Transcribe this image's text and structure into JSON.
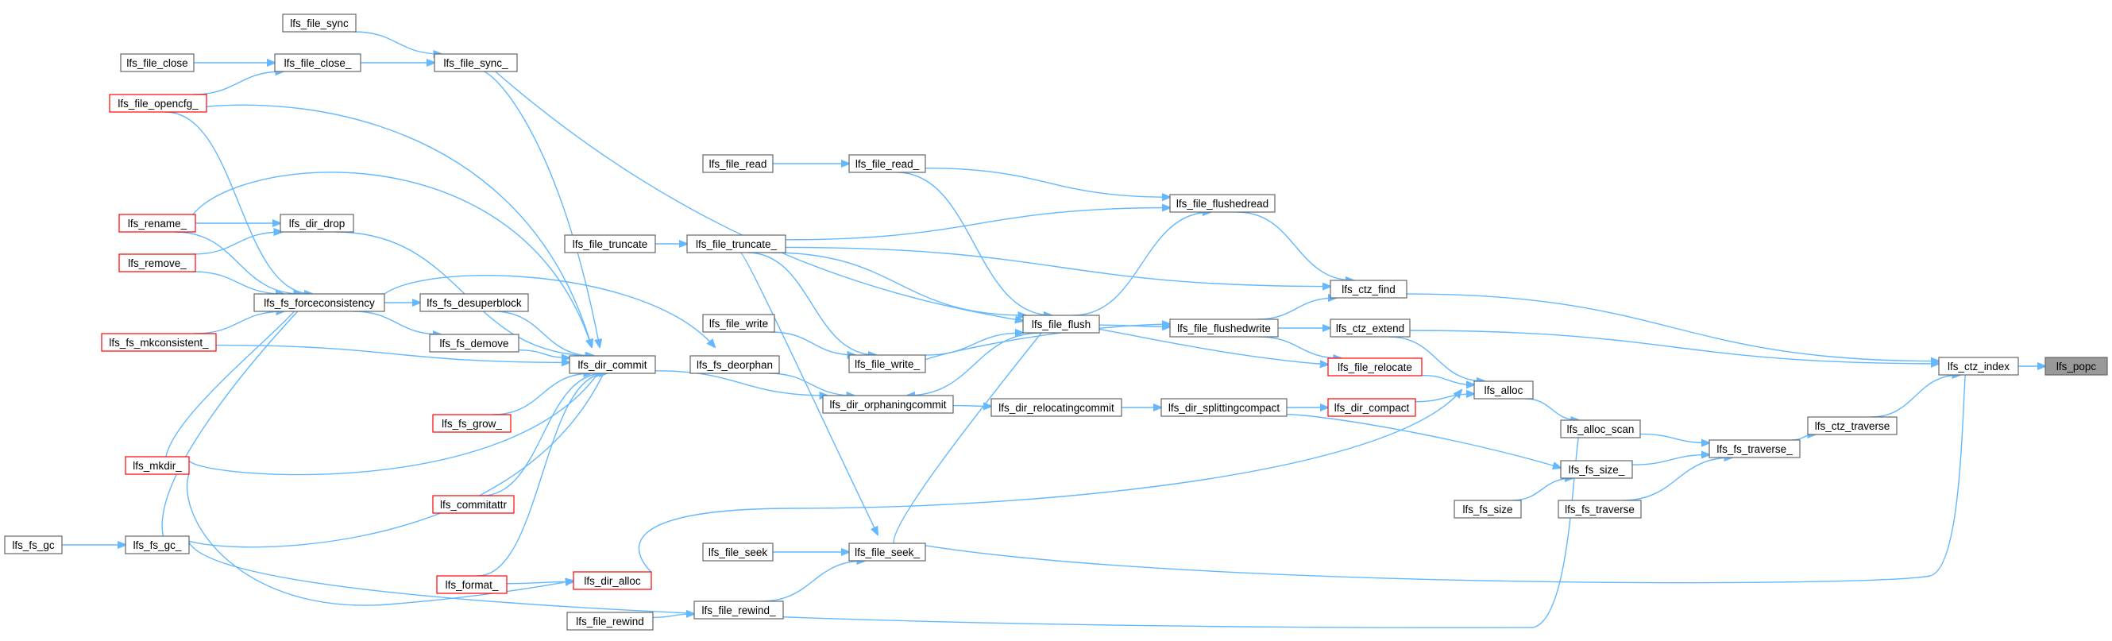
{
  "graph": {
    "nodes": [
      {
        "id": "lfs_popc",
        "label": "lfs_popc",
        "style": "root"
      },
      {
        "id": "lfs_ctz_index",
        "label": "lfs_ctz_index",
        "style": "normal"
      },
      {
        "id": "lfs_ctz_find",
        "label": "lfs_ctz_find",
        "style": "normal"
      },
      {
        "id": "lfs_ctz_extend",
        "label": "lfs_ctz_extend",
        "style": "normal"
      },
      {
        "id": "lfs_ctz_traverse",
        "label": "lfs_ctz_traverse",
        "style": "normal"
      },
      {
        "id": "lfs_fs_traverse_",
        "label": "lfs_fs_traverse_",
        "style": "normal"
      },
      {
        "id": "lfs_alloc",
        "label": "lfs_alloc",
        "style": "normal"
      },
      {
        "id": "lfs_alloc_scan",
        "label": "lfs_alloc_scan",
        "style": "normal"
      },
      {
        "id": "lfs_fs_size_",
        "label": "lfs_fs_size_",
        "style": "normal"
      },
      {
        "id": "lfs_fs_size",
        "label": "lfs_fs_size",
        "style": "normal"
      },
      {
        "id": "lfs_fs_traverse",
        "label": "lfs_fs_traverse",
        "style": "normal"
      },
      {
        "id": "lfs_file_flushedread",
        "label": "lfs_file_flushedread",
        "style": "normal"
      },
      {
        "id": "lfs_file_flushedwrite",
        "label": "lfs_file_flushedwrite",
        "style": "normal"
      },
      {
        "id": "lfs_file_relocate",
        "label": "lfs_file_relocate",
        "style": "red"
      },
      {
        "id": "lfs_dir_compact",
        "label": "lfs_dir_compact",
        "style": "red"
      },
      {
        "id": "lfs_dir_splittingcompact",
        "label": "lfs_dir_splittingcompact",
        "style": "normal"
      },
      {
        "id": "lfs_dir_relocatingcommit",
        "label": "lfs_dir_relocatingcommit",
        "style": "normal"
      },
      {
        "id": "lfs_dir_orphaningcommit",
        "label": "lfs_dir_orphaningcommit",
        "style": "normal"
      },
      {
        "id": "lfs_file_flush",
        "label": "lfs_file_flush",
        "style": "normal"
      },
      {
        "id": "lfs_file_read_",
        "label": "lfs_file_read_",
        "style": "normal"
      },
      {
        "id": "lfs_file_read",
        "label": "lfs_file_read",
        "style": "normal"
      },
      {
        "id": "lfs_file_truncate_",
        "label": "lfs_file_truncate_",
        "style": "normal"
      },
      {
        "id": "lfs_file_truncate",
        "label": "lfs_file_truncate",
        "style": "normal"
      },
      {
        "id": "lfs_file_write_",
        "label": "lfs_file_write_",
        "style": "normal"
      },
      {
        "id": "lfs_file_write",
        "label": "lfs_file_write",
        "style": "normal"
      },
      {
        "id": "lfs_fs_deorphan",
        "label": "lfs_fs_deorphan",
        "style": "normal"
      },
      {
        "id": "lfs_file_seek_",
        "label": "lfs_file_seek_",
        "style": "normal"
      },
      {
        "id": "lfs_file_seek",
        "label": "lfs_file_seek",
        "style": "normal"
      },
      {
        "id": "lfs_file_rewind_",
        "label": "lfs_file_rewind_",
        "style": "normal"
      },
      {
        "id": "lfs_file_rewind",
        "label": "lfs_file_rewind",
        "style": "normal"
      },
      {
        "id": "lfs_dir_commit",
        "label": "lfs_dir_commit",
        "style": "normal"
      },
      {
        "id": "lfs_dir_alloc",
        "label": "lfs_dir_alloc",
        "style": "red"
      },
      {
        "id": "lfs_format_",
        "label": "lfs_format_",
        "style": "red"
      },
      {
        "id": "lfs_commitattr",
        "label": "lfs_commitattr",
        "style": "red"
      },
      {
        "id": "lfs_fs_grow_",
        "label": "lfs_fs_grow_",
        "style": "red"
      },
      {
        "id": "lfs_fs_demove",
        "label": "lfs_fs_demove",
        "style": "normal"
      },
      {
        "id": "lfs_fs_desuperblock",
        "label": "lfs_fs_desuperblock",
        "style": "normal"
      },
      {
        "id": "lfs_fs_forceconsistency",
        "label": "lfs_fs_forceconsistency",
        "style": "normal"
      },
      {
        "id": "lfs_dir_drop",
        "label": "lfs_dir_drop",
        "style": "normal"
      },
      {
        "id": "lfs_file_sync_",
        "label": "lfs_file_sync_",
        "style": "normal"
      },
      {
        "id": "lfs_file_sync",
        "label": "lfs_file_sync",
        "style": "normal"
      },
      {
        "id": "lfs_file_close_",
        "label": "lfs_file_close_",
        "style": "normal"
      },
      {
        "id": "lfs_file_close",
        "label": "lfs_file_close",
        "style": "normal"
      },
      {
        "id": "lfs_file_opencfg_",
        "label": "lfs_file_opencfg_",
        "style": "red"
      },
      {
        "id": "lfs_rename_",
        "label": "lfs_rename_",
        "style": "red"
      },
      {
        "id": "lfs_remove_",
        "label": "lfs_remove_",
        "style": "red"
      },
      {
        "id": "lfs_fs_mkconsistent_",
        "label": "lfs_fs_mkconsistent_",
        "style": "red"
      },
      {
        "id": "lfs_mkdir_",
        "label": "lfs_mkdir_",
        "style": "red"
      },
      {
        "id": "lfs_fs_gc_",
        "label": "lfs_fs_gc_",
        "style": "normal"
      },
      {
        "id": "lfs_fs_gc",
        "label": "lfs_fs_gc",
        "style": "normal"
      }
    ],
    "edges": [
      [
        "lfs_ctz_index",
        "lfs_popc"
      ],
      [
        "lfs_ctz_find",
        "lfs_ctz_index"
      ],
      [
        "lfs_ctz_extend",
        "lfs_ctz_index"
      ],
      [
        "lfs_ctz_traverse",
        "lfs_ctz_index"
      ],
      [
        "lfs_file_seek_",
        "lfs_ctz_index"
      ],
      [
        "lfs_fs_traverse_",
        "lfs_ctz_traverse"
      ],
      [
        "lfs_alloc_scan",
        "lfs_fs_traverse_"
      ],
      [
        "lfs_fs_size_",
        "lfs_fs_traverse_"
      ],
      [
        "lfs_fs_traverse",
        "lfs_fs_traverse_"
      ],
      [
        "lfs_alloc",
        "lfs_alloc_scan"
      ],
      [
        "lfs_fs_gc_",
        "lfs_alloc_scan"
      ],
      [
        "lfs_fs_size",
        "lfs_fs_size_"
      ],
      [
        "lfs_dir_splittingcompact",
        "lfs_fs_size_"
      ],
      [
        "lfs_ctz_extend",
        "lfs_alloc"
      ],
      [
        "lfs_file_relocate",
        "lfs_alloc"
      ],
      [
        "lfs_dir_compact",
        "lfs_alloc"
      ],
      [
        "lfs_dir_alloc",
        "lfs_alloc"
      ],
      [
        "lfs_file_flushedread",
        "lfs_ctz_find"
      ],
      [
        "lfs_file_flushedwrite",
        "lfs_ctz_find"
      ],
      [
        "lfs_file_truncate_",
        "lfs_ctz_find"
      ],
      [
        "lfs_file_flushedwrite",
        "lfs_ctz_extend"
      ],
      [
        "lfs_file_flushedwrite",
        "lfs_file_relocate"
      ],
      [
        "lfs_file_flush",
        "lfs_file_relocate"
      ],
      [
        "lfs_dir_splittingcompact",
        "lfs_dir_compact"
      ],
      [
        "lfs_dir_relocatingcommit",
        "lfs_dir_splittingcompact"
      ],
      [
        "lfs_dir_orphaningcommit",
        "lfs_dir_relocatingcommit"
      ],
      [
        "lfs_file_flush",
        "lfs_dir_orphaningcommit"
      ],
      [
        "lfs_fs_deorphan",
        "lfs_dir_orphaningcommit"
      ],
      [
        "lfs_dir_commit",
        "lfs_dir_orphaningcommit"
      ],
      [
        "lfs_file_read_",
        "lfs_file_flushedread"
      ],
      [
        "lfs_file_truncate_",
        "lfs_file_flushedread"
      ],
      [
        "lfs_file_flush",
        "lfs_file_flushedread"
      ],
      [
        "lfs_file_flush",
        "lfs_file_flushedwrite"
      ],
      [
        "lfs_file_write_",
        "lfs_file_flushedwrite"
      ],
      [
        "lfs_file_read",
        "lfs_file_read_"
      ],
      [
        "lfs_file_truncate",
        "lfs_file_truncate_"
      ],
      [
        "lfs_file_write",
        "lfs_file_write_"
      ],
      [
        "lfs_file_read_",
        "lfs_file_flush"
      ],
      [
        "lfs_file_truncate_",
        "lfs_file_flush"
      ],
      [
        "lfs_file_write_",
        "lfs_file_flush"
      ],
      [
        "lfs_file_seek_",
        "lfs_file_flush"
      ],
      [
        "lfs_file_sync_",
        "lfs_file_flush"
      ],
      [
        "lfs_file_truncate_",
        "lfs_file_write_"
      ],
      [
        "lfs_file_truncate_",
        "lfs_file_seek_"
      ],
      [
        "lfs_file_seek",
        "lfs_file_seek_"
      ],
      [
        "lfs_file_rewind_",
        "lfs_file_seek_"
      ],
      [
        "lfs_file_rewind",
        "lfs_file_rewind_"
      ],
      [
        "lfs_fs_forceconsistency",
        "lfs_fs_deorphan"
      ],
      [
        "lfs_file_sync_",
        "lfs_dir_commit"
      ],
      [
        "lfs_file_opencfg_",
        "lfs_dir_commit"
      ],
      [
        "lfs_rename_",
        "lfs_dir_commit"
      ],
      [
        "lfs_dir_drop",
        "lfs_dir_commit"
      ],
      [
        "lfs_fs_desuperblock",
        "lfs_dir_commit"
      ],
      [
        "lfs_fs_demove",
        "lfs_dir_commit"
      ],
      [
        "lfs_fs_mkconsistent_",
        "lfs_dir_commit"
      ],
      [
        "lfs_fs_grow_",
        "lfs_dir_commit"
      ],
      [
        "lfs_mkdir_",
        "lfs_dir_commit"
      ],
      [
        "lfs_commitattr",
        "lfs_dir_commit"
      ],
      [
        "lfs_fs_gc_",
        "lfs_dir_commit"
      ],
      [
        "lfs_format_",
        "lfs_dir_commit"
      ],
      [
        "lfs_format_",
        "lfs_dir_alloc"
      ],
      [
        "lfs_mkdir_",
        "lfs_dir_alloc"
      ],
      [
        "lfs_fs_forceconsistency",
        "lfs_fs_desuperblock"
      ],
      [
        "lfs_fs_forceconsistency",
        "lfs_fs_demove"
      ],
      [
        "lfs_rename_",
        "lfs_fs_forceconsistency"
      ],
      [
        "lfs_remove_",
        "lfs_fs_forceconsistency"
      ],
      [
        "lfs_file_opencfg_",
        "lfs_fs_forceconsistency"
      ],
      [
        "lfs_fs_mkconsistent_",
        "lfs_fs_forceconsistency"
      ],
      [
        "lfs_mkdir_",
        "lfs_fs_forceconsistency"
      ],
      [
        "lfs_fs_gc_",
        "lfs_fs_forceconsistency"
      ],
      [
        "lfs_rename_",
        "lfs_dir_drop"
      ],
      [
        "lfs_remove_",
        "lfs_dir_drop"
      ],
      [
        "lfs_file_sync",
        "lfs_file_sync_"
      ],
      [
        "lfs_file_close_",
        "lfs_file_sync_"
      ],
      [
        "lfs_file_close",
        "lfs_file_close_"
      ],
      [
        "lfs_file_opencfg_",
        "lfs_file_close_"
      ],
      [
        "lfs_fs_gc",
        "lfs_fs_gc_"
      ]
    ]
  },
  "colors": {
    "edge": "#63b8ff",
    "node_border": "#666666",
    "red_border": "#ff0000",
    "root_fill": "#999999"
  }
}
